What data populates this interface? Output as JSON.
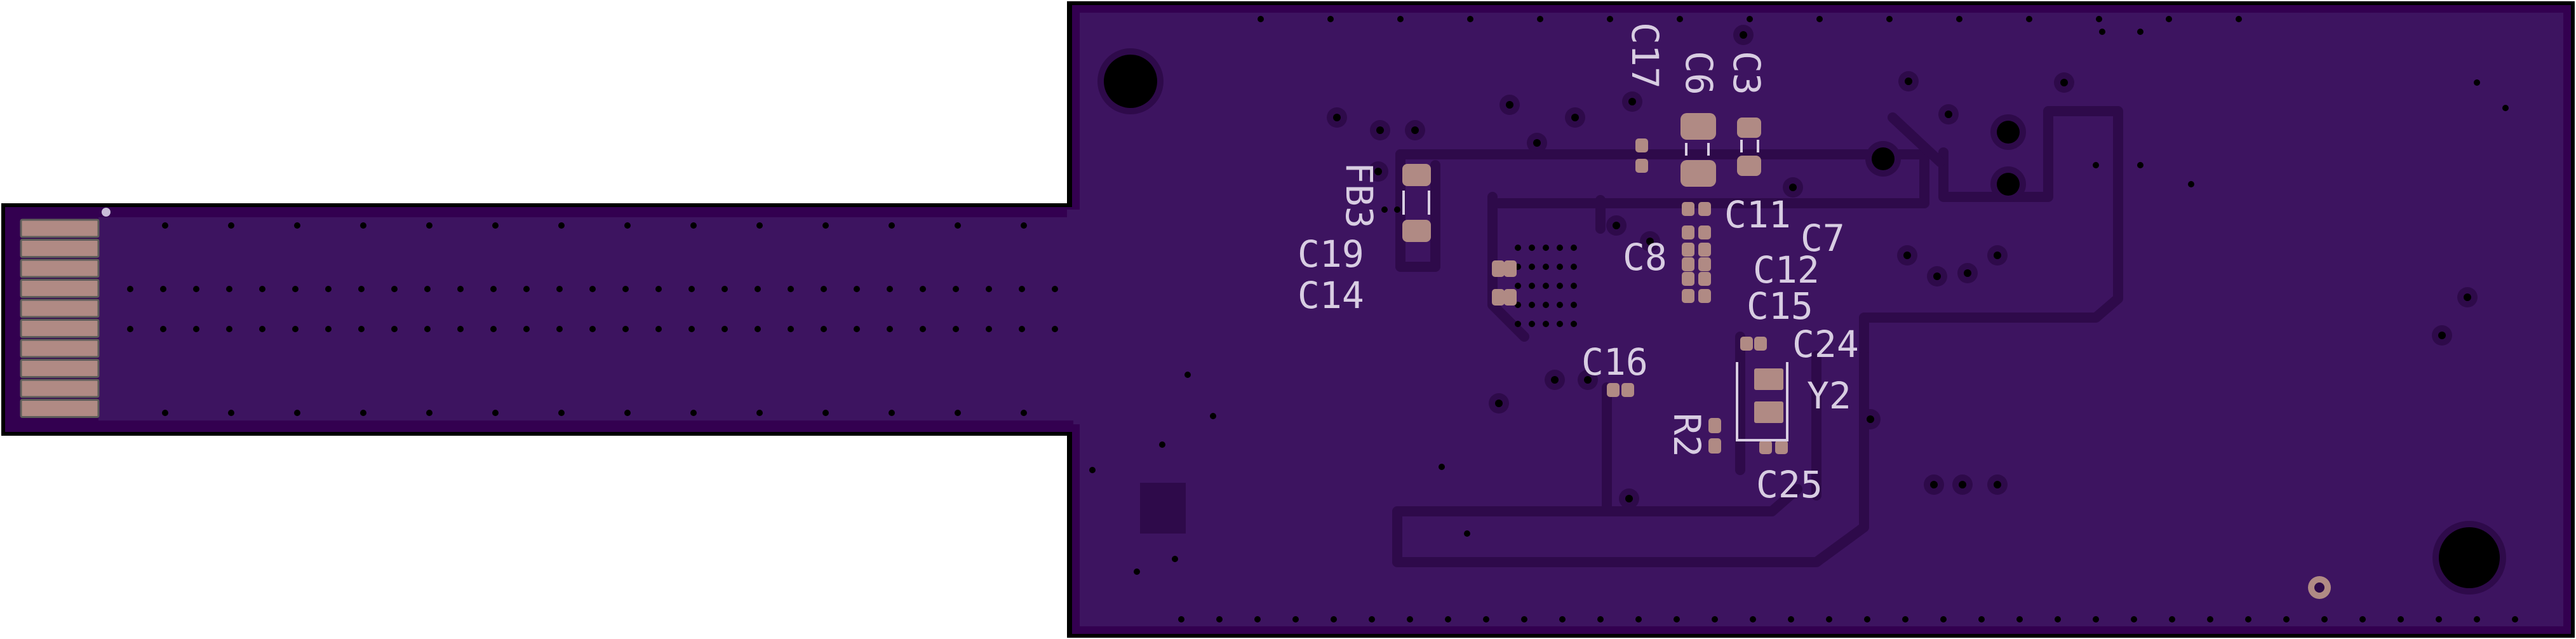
{
  "board": {
    "colors": {
      "outline": "#000000",
      "edge": "#330050",
      "copper": "#3d1460",
      "pad": "#b08a84",
      "silkscreen": "#d8cde2"
    },
    "labels": {
      "c17": "C17",
      "c6": "C6",
      "c3": "C3",
      "fb3": "FB3",
      "c19": "C19",
      "c14": "C14",
      "c8": "C8",
      "c11": "C11",
      "c7": "C7",
      "c12": "C12",
      "c15": "C15",
      "c24": "C24",
      "c16": "C16",
      "y2": "Y2",
      "r2": "R2",
      "c25": "C25"
    },
    "edge_connector_pins": 10
  }
}
